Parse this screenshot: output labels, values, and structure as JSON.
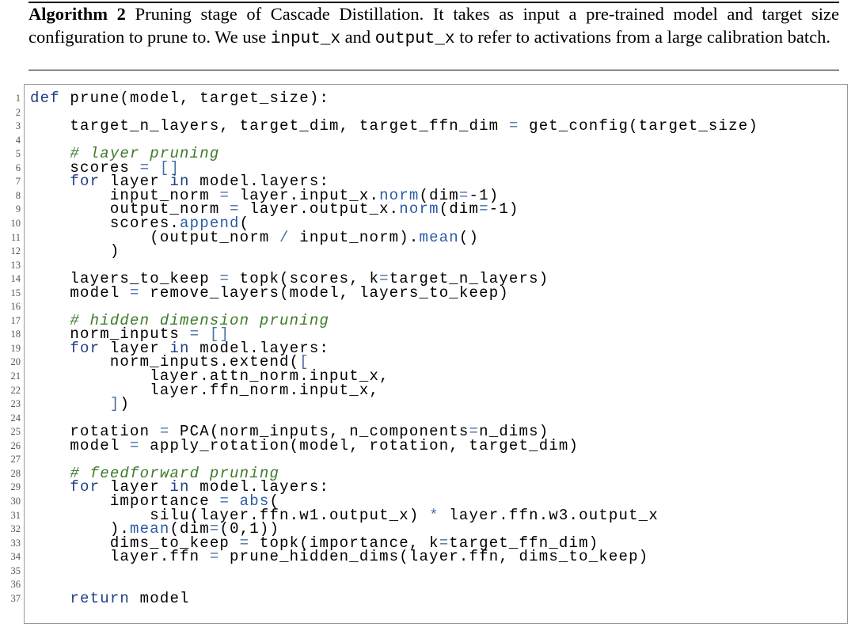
{
  "caption": {
    "algorithm_label": "Algorithm 2",
    "pre": "Pruning stage of Cascade Distillation. It takes as input a pre-trained model and target size configuration to prune to. We use",
    "var1": "input_x",
    "mid": "and",
    "var2": "output_x",
    "post": "to refer to activations from a large calibration batch."
  },
  "code": [
    {
      "n": "1",
      "segs": [
        {
          "t": "def ",
          "c": "kw"
        },
        {
          "t": "prune(model, target_size):"
        }
      ]
    },
    {
      "n": "2",
      "segs": []
    },
    {
      "n": "3",
      "segs": [
        {
          "t": "    target_n_layers, target_dim, target_ffn_dim "
        },
        {
          "t": "=",
          "c": "op"
        },
        {
          "t": " get_config(target_size)"
        }
      ]
    },
    {
      "n": "4",
      "segs": []
    },
    {
      "n": "5",
      "segs": [
        {
          "t": "    "
        },
        {
          "t": "# layer pruning",
          "c": "cm"
        }
      ]
    },
    {
      "n": "6",
      "segs": [
        {
          "t": "    scores "
        },
        {
          "t": "=",
          "c": "op"
        },
        {
          "t": " "
        },
        {
          "t": "[]",
          "c": "op"
        }
      ]
    },
    {
      "n": "7",
      "segs": [
        {
          "t": "    "
        },
        {
          "t": "for",
          "c": "kw"
        },
        {
          "t": " layer "
        },
        {
          "t": "in",
          "c": "kw"
        },
        {
          "t": " model.layers:"
        }
      ]
    },
    {
      "n": "8",
      "segs": [
        {
          "t": "        input_norm "
        },
        {
          "t": "=",
          "c": "op"
        },
        {
          "t": " layer.input_x."
        },
        {
          "t": "norm",
          "c": "fn"
        },
        {
          "t": "(dim"
        },
        {
          "t": "=",
          "c": "op"
        },
        {
          "t": "-1)"
        }
      ]
    },
    {
      "n": "9",
      "segs": [
        {
          "t": "        output_norm "
        },
        {
          "t": "=",
          "c": "op"
        },
        {
          "t": " layer.output_x."
        },
        {
          "t": "norm",
          "c": "fn"
        },
        {
          "t": "(dim"
        },
        {
          "t": "=",
          "c": "op"
        },
        {
          "t": "-1)"
        }
      ]
    },
    {
      "n": "10",
      "segs": [
        {
          "t": "        scores."
        },
        {
          "t": "append",
          "c": "fn"
        },
        {
          "t": "("
        }
      ]
    },
    {
      "n": "11",
      "segs": [
        {
          "t": "            (output_norm "
        },
        {
          "t": "/",
          "c": "op"
        },
        {
          "t": " input_norm)."
        },
        {
          "t": "mean",
          "c": "fn"
        },
        {
          "t": "()"
        }
      ]
    },
    {
      "n": "12",
      "segs": [
        {
          "t": "        )"
        }
      ]
    },
    {
      "n": "13",
      "segs": []
    },
    {
      "n": "14",
      "segs": [
        {
          "t": "    layers_to_keep "
        },
        {
          "t": "=",
          "c": "op"
        },
        {
          "t": " topk(scores, k"
        },
        {
          "t": "=",
          "c": "op"
        },
        {
          "t": "target_n_layers)"
        }
      ]
    },
    {
      "n": "15",
      "segs": [
        {
          "t": "    model "
        },
        {
          "t": "=",
          "c": "op"
        },
        {
          "t": " remove_layers(model, layers_to_keep)"
        }
      ]
    },
    {
      "n": "16",
      "segs": []
    },
    {
      "n": "17",
      "segs": [
        {
          "t": "    "
        },
        {
          "t": "# hidden dimension pruning",
          "c": "cm"
        }
      ]
    },
    {
      "n": "18",
      "segs": [
        {
          "t": "    norm_inputs "
        },
        {
          "t": "=",
          "c": "op"
        },
        {
          "t": " "
        },
        {
          "t": "[]",
          "c": "op"
        }
      ]
    },
    {
      "n": "19",
      "segs": [
        {
          "t": "    "
        },
        {
          "t": "for",
          "c": "kw"
        },
        {
          "t": " layer "
        },
        {
          "t": "in",
          "c": "kw"
        },
        {
          "t": " model.layers:"
        }
      ]
    },
    {
      "n": "20",
      "segs": [
        {
          "t": "        norm_inputs.extend("
        },
        {
          "t": "[",
          "c": "op"
        }
      ]
    },
    {
      "n": "21",
      "segs": [
        {
          "t": "            layer.attn_norm.input_x,"
        }
      ]
    },
    {
      "n": "22",
      "segs": [
        {
          "t": "            layer.ffn_norm.input_x,"
        }
      ]
    },
    {
      "n": "23",
      "segs": [
        {
          "t": "        "
        },
        {
          "t": "]",
          "c": "op"
        },
        {
          "t": ")"
        }
      ]
    },
    {
      "n": "24",
      "segs": []
    },
    {
      "n": "25",
      "segs": [
        {
          "t": "    rotation "
        },
        {
          "t": "=",
          "c": "op"
        },
        {
          "t": " PCA(norm_inputs, n_components"
        },
        {
          "t": "=",
          "c": "op"
        },
        {
          "t": "n_dims)"
        }
      ]
    },
    {
      "n": "26",
      "segs": [
        {
          "t": "    model "
        },
        {
          "t": "=",
          "c": "op"
        },
        {
          "t": " apply_rotation(model, rotation, target_dim)"
        }
      ]
    },
    {
      "n": "27",
      "segs": []
    },
    {
      "n": "28",
      "segs": [
        {
          "t": "    "
        },
        {
          "t": "# feedforward pruning",
          "c": "cm"
        }
      ]
    },
    {
      "n": "29",
      "segs": [
        {
          "t": "    "
        },
        {
          "t": "for",
          "c": "kw"
        },
        {
          "t": " layer "
        },
        {
          "t": "in",
          "c": "kw"
        },
        {
          "t": " model.layers:"
        }
      ]
    },
    {
      "n": "30",
      "segs": [
        {
          "t": "        importance "
        },
        {
          "t": "=",
          "c": "op"
        },
        {
          "t": " "
        },
        {
          "t": "abs",
          "c": "fn"
        },
        {
          "t": "("
        }
      ]
    },
    {
      "n": "31",
      "segs": [
        {
          "t": "            silu(layer.ffn.w1.output_x) "
        },
        {
          "t": "*",
          "c": "op"
        },
        {
          "t": " layer.ffn.w3.output_x"
        }
      ]
    },
    {
      "n": "32",
      "segs": [
        {
          "t": "        )."
        },
        {
          "t": "mean",
          "c": "fn"
        },
        {
          "t": "(dim"
        },
        {
          "t": "=",
          "c": "op"
        },
        {
          "t": "(0,1))"
        }
      ]
    },
    {
      "n": "33",
      "segs": [
        {
          "t": "        dims_to_keep "
        },
        {
          "t": "=",
          "c": "op"
        },
        {
          "t": " topk(importance, k"
        },
        {
          "t": "=",
          "c": "op"
        },
        {
          "t": "target_ffn_dim)"
        }
      ]
    },
    {
      "n": "34",
      "segs": [
        {
          "t": "        layer.ffn "
        },
        {
          "t": "=",
          "c": "op"
        },
        {
          "t": " prune_hidden_dims(layer.ffn, dims_to_keep)"
        }
      ]
    },
    {
      "n": "35",
      "segs": []
    },
    {
      "n": "36",
      "segs": []
    },
    {
      "n": "37",
      "segs": [
        {
          "t": "    "
        },
        {
          "t": "return",
          "c": "kw"
        },
        {
          "t": " model"
        }
      ]
    }
  ]
}
